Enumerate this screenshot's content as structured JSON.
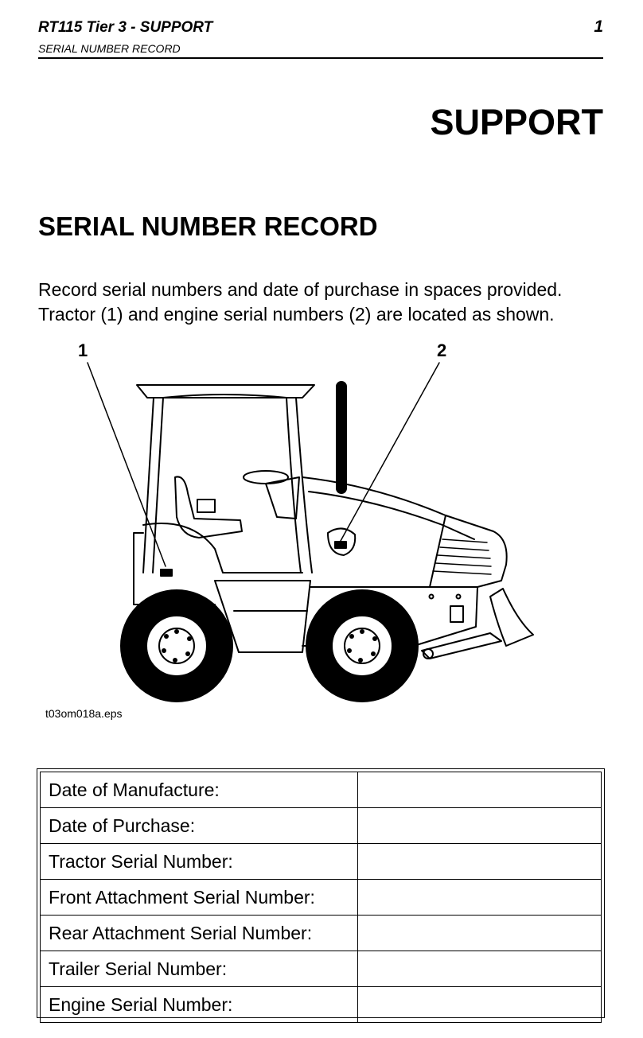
{
  "header": {
    "title": "RT115 Tier 3 - SUPPORT",
    "page_number": "1",
    "subtitle": "SERIAL NUMBER RECORD"
  },
  "chapter_title": "SUPPORT",
  "section_title": "SERIAL NUMBER RECORD",
  "intro": [
    "Record serial numbers and date of purchase in spaces provided.",
    "Tractor (1) and engine serial numbers (2) are located as shown."
  ],
  "figure": {
    "callouts": [
      "1",
      "2"
    ],
    "caption": "t03om018a.eps"
  },
  "record_table": {
    "rows": [
      {
        "label": "Date of Manufacture:",
        "value": ""
      },
      {
        "label": "Date of Purchase:",
        "value": ""
      },
      {
        "label": "Tractor Serial Number:",
        "value": ""
      },
      {
        "label": "Front Attachment Serial Number:",
        "value": ""
      },
      {
        "label": "Rear Attachment Serial Number:",
        "value": ""
      },
      {
        "label": "Trailer Serial Number:",
        "value": ""
      },
      {
        "label": "Engine Serial Number:",
        "value": ""
      }
    ]
  }
}
